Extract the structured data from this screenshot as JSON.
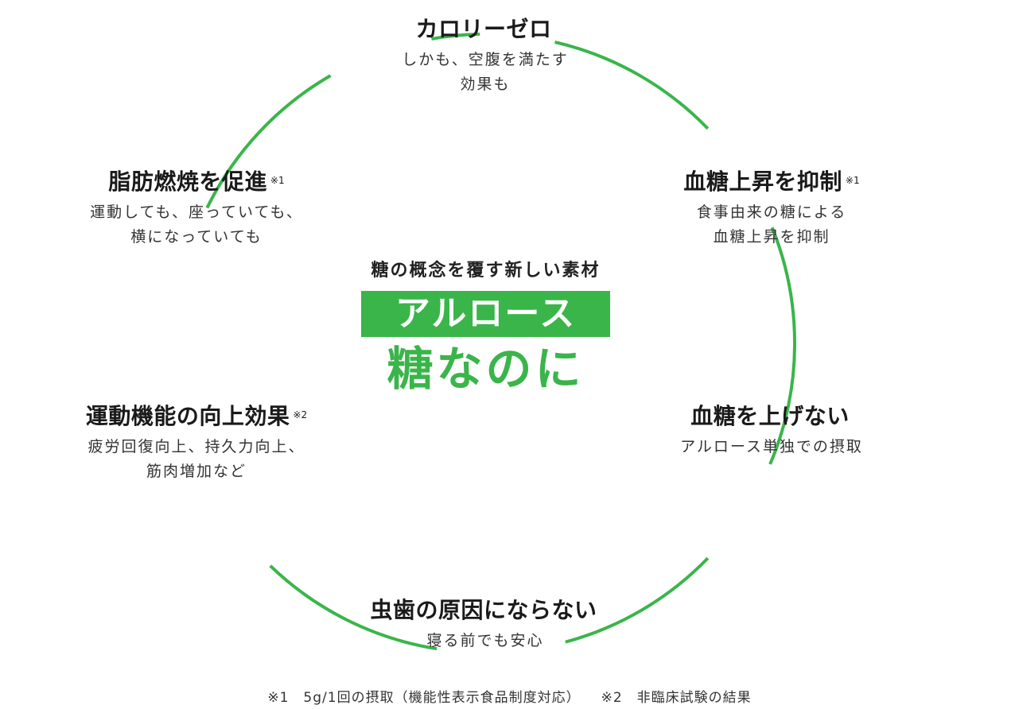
{
  "accent_color": "#3ab54a",
  "center": {
    "subtitle": "糖の概念を覆す新しい素材",
    "name": "アルロース",
    "headline": "糖なのに"
  },
  "benefits": [
    {
      "title": "カロリーゼロ",
      "note": "",
      "desc_lines": [
        "しかも、空腹を満たす",
        "効果も"
      ]
    },
    {
      "title": "血糖上昇を抑制",
      "note": "※1",
      "desc_lines": [
        "食事由来の糖による",
        "血糖上昇を抑制"
      ]
    },
    {
      "title": "血糖を上げない",
      "note": "",
      "desc_lines": [
        "アルロース単独での摂取"
      ]
    },
    {
      "title": "虫歯の原因にならない",
      "note": "",
      "desc_lines": [
        "寝る前でも安心"
      ]
    },
    {
      "title": "運動機能の向上効果",
      "note": "※2",
      "desc_lines": [
        "疲労回復向上、持久力向上、",
        "筋肉増加など"
      ]
    },
    {
      "title": "脂肪燃焼を促進",
      "note": "※1",
      "desc_lines": [
        "運動しても、座っていても、",
        "横になっていても"
      ]
    }
  ],
  "footnotes": [
    "※1　5g/1回の摂取（機能性表示食品制度対応）",
    "※2　非臨床試験の結果"
  ]
}
